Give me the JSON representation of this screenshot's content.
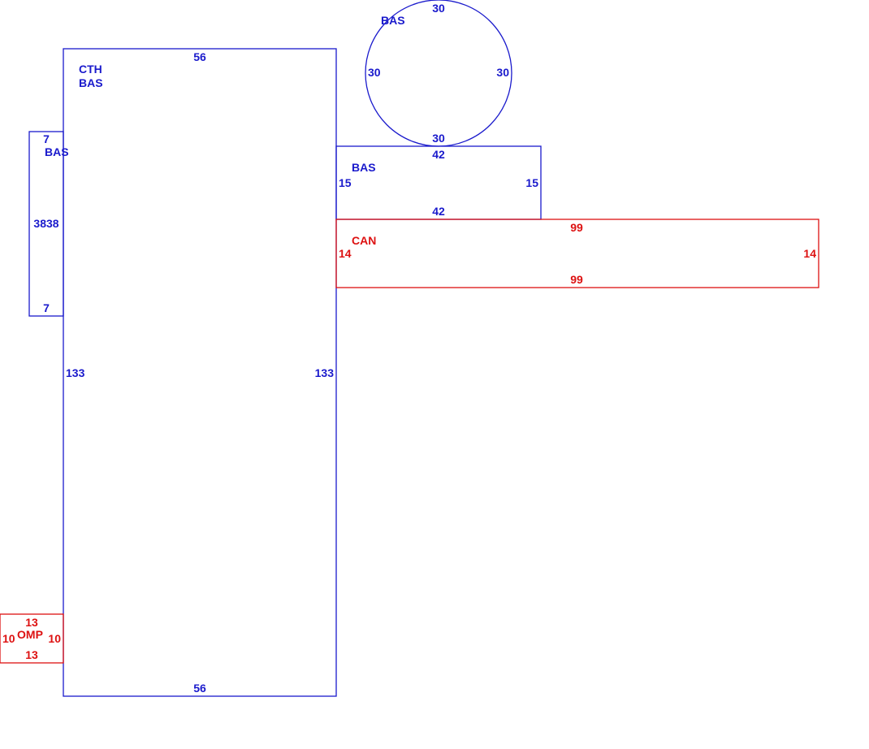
{
  "colors": {
    "blue": "#1a1acc",
    "red": "#dd1111"
  },
  "main_rect": {
    "top": "56",
    "bottom": "56",
    "left": "133",
    "right": "133",
    "label_1": "CTH",
    "label_2": "BAS"
  },
  "left_strip": {
    "top": "7",
    "bottom": "7",
    "side": "3838",
    "label": "BAS"
  },
  "circle": {
    "top": "30",
    "bottom": "30",
    "left": "30",
    "right": "30",
    "label": "BAS"
  },
  "upper_rect": {
    "top": "42",
    "bottom": "42",
    "left": "15",
    "right": "15",
    "label": "BAS"
  },
  "can_rect": {
    "top": "99",
    "bottom": "99",
    "left": "14",
    "right": "14",
    "label": "CAN"
  },
  "omp_rect": {
    "top": "13",
    "bottom": "13",
    "left": "10",
    "right": "10",
    "label": "OMP"
  }
}
